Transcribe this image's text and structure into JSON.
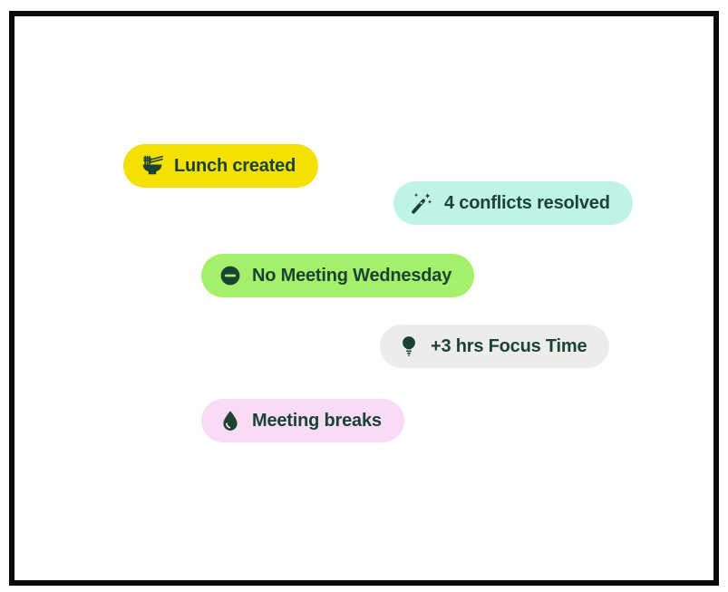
{
  "frame": {
    "border_color": "#0b0b0b",
    "background": "#ffffff"
  },
  "foreground_color": "#1B4334",
  "badges": [
    {
      "label": "Lunch created",
      "icon": "noodle-bowl-icon",
      "bg": "#F4E002",
      "fg": "#1B4334"
    },
    {
      "label": "4 conflicts resolved",
      "icon": "magic-wand-icon",
      "bg": "#BEF3E6",
      "fg": "#1B4334"
    },
    {
      "label": "No Meeting Wednesday",
      "icon": "minus-circle-icon",
      "bg": "#A5F06B",
      "fg": "#1B4334"
    },
    {
      "label": "+3 hrs Focus Time",
      "icon": "lightbulb-icon",
      "bg": "#ECEDEA",
      "fg": "#1B4334"
    },
    {
      "label": "Meeting breaks",
      "icon": "water-drop-icon",
      "bg": "#F8DCF6",
      "fg": "#1B4334"
    }
  ]
}
